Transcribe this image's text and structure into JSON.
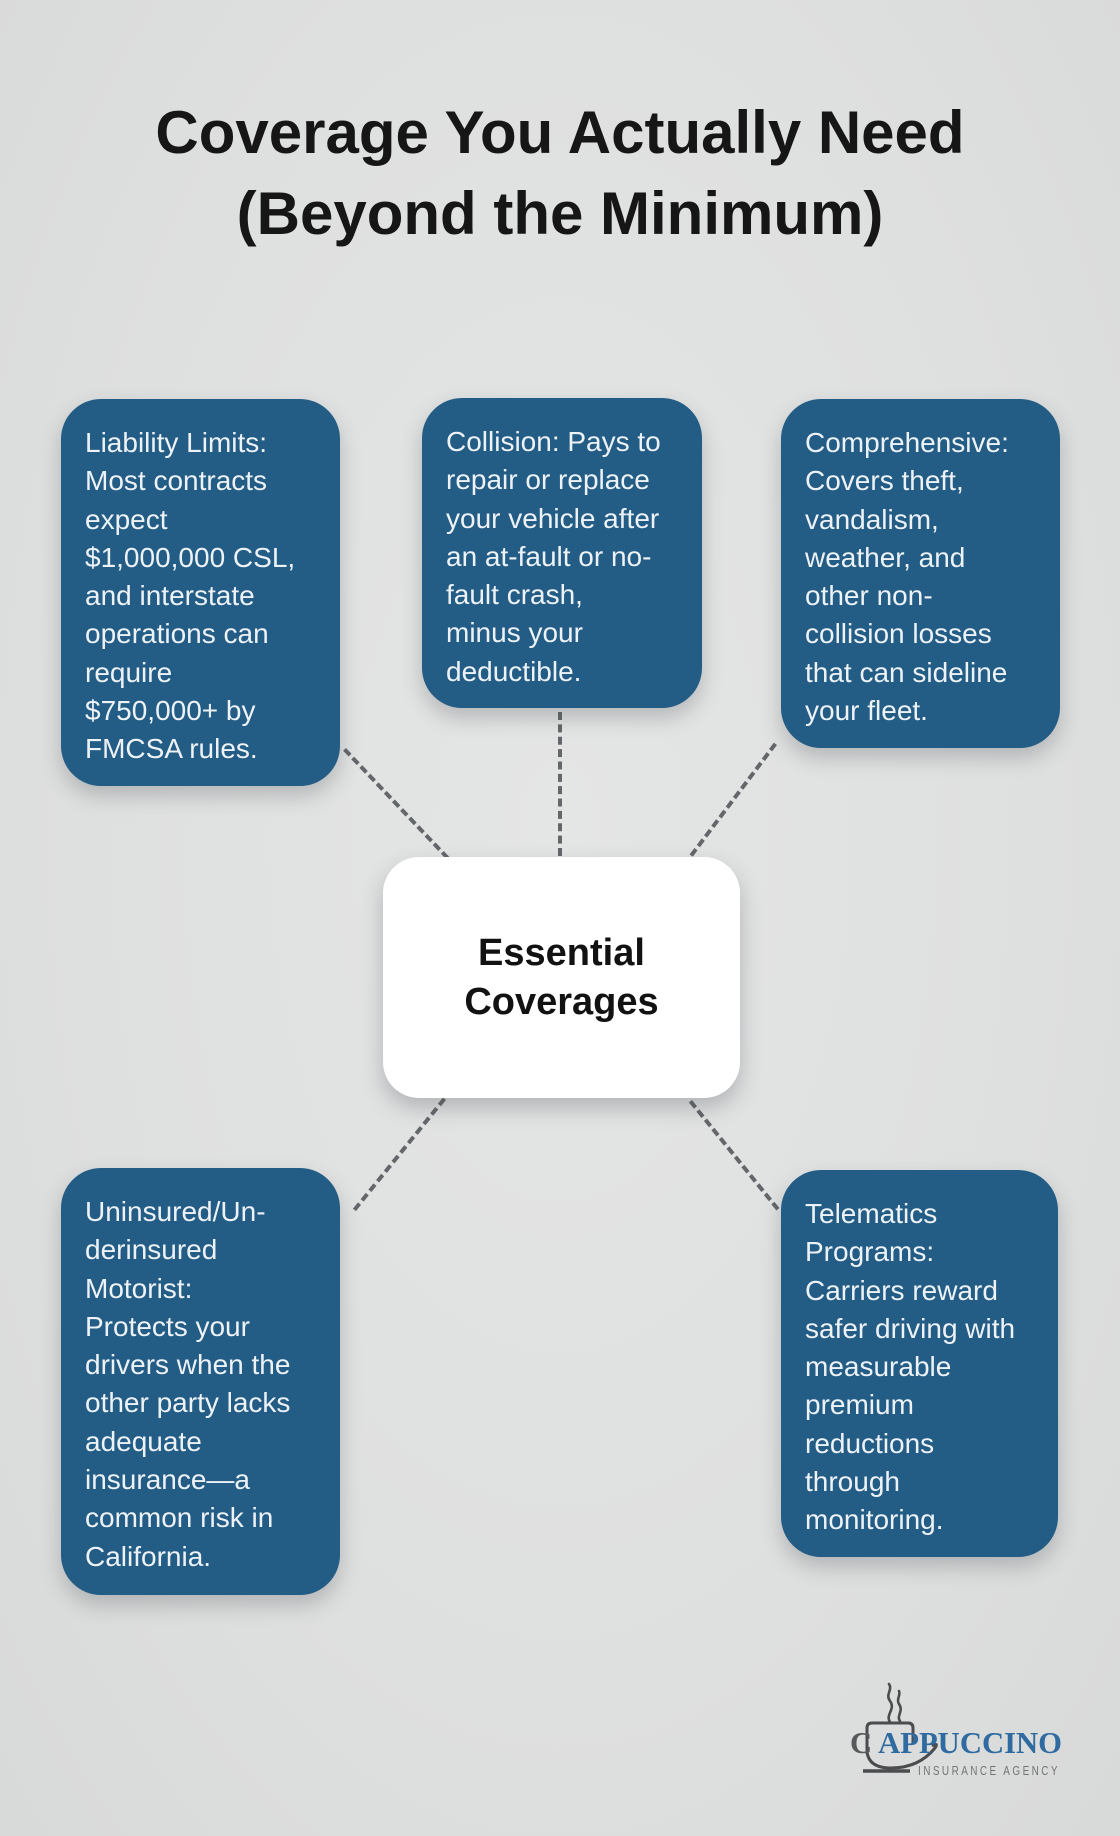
{
  "title": "Coverage You Actually Need\n(Beyond the Minimum)",
  "center": {
    "label": "Essential\nCoverages"
  },
  "cards": [
    {
      "id": "liability",
      "text": "Liability Limits:\nMost contracts\nexpect\n$1,000,000 CSL,\nand interstate\noperations can\nrequire\n$750,000+ by\nFMCSA rules."
    },
    {
      "id": "collision",
      "text": "Collision: Pays to\nrepair or replace\nyour vehicle after\nan at-fault or no-\nfault crash,\nminus your\ndeductible."
    },
    {
      "id": "comprehensive",
      "text": "Comprehensive:\nCovers theft,\nvandalism,\nweather, and\nother non-\ncollision losses\nthat can sideline\nyour fleet."
    },
    {
      "id": "uninsured",
      "text": "Uninsured/Un-\nderinsured\nMotorist:\nProtects your\ndrivers when the\nother party lacks\nadequate\ninsurance—a\ncommon risk in\nCalifornia."
    },
    {
      "id": "telematics",
      "text": "Telematics\nPrograms:\nCarriers reward\nsafer driving with\nmeasurable\npremium\nreductions\nthrough\nmonitoring."
    }
  ],
  "logo": {
    "brand_prefix": "C",
    "brand_rest": "APPUCCINO",
    "tagline": "INSURANCE AGENCY"
  },
  "colors": {
    "card_blue": "#235C84",
    "background": "#E0E1E1",
    "dash_gray": "#63676A",
    "logo_blue": "#2F6AA0",
    "logo_gray": "#58595B"
  }
}
